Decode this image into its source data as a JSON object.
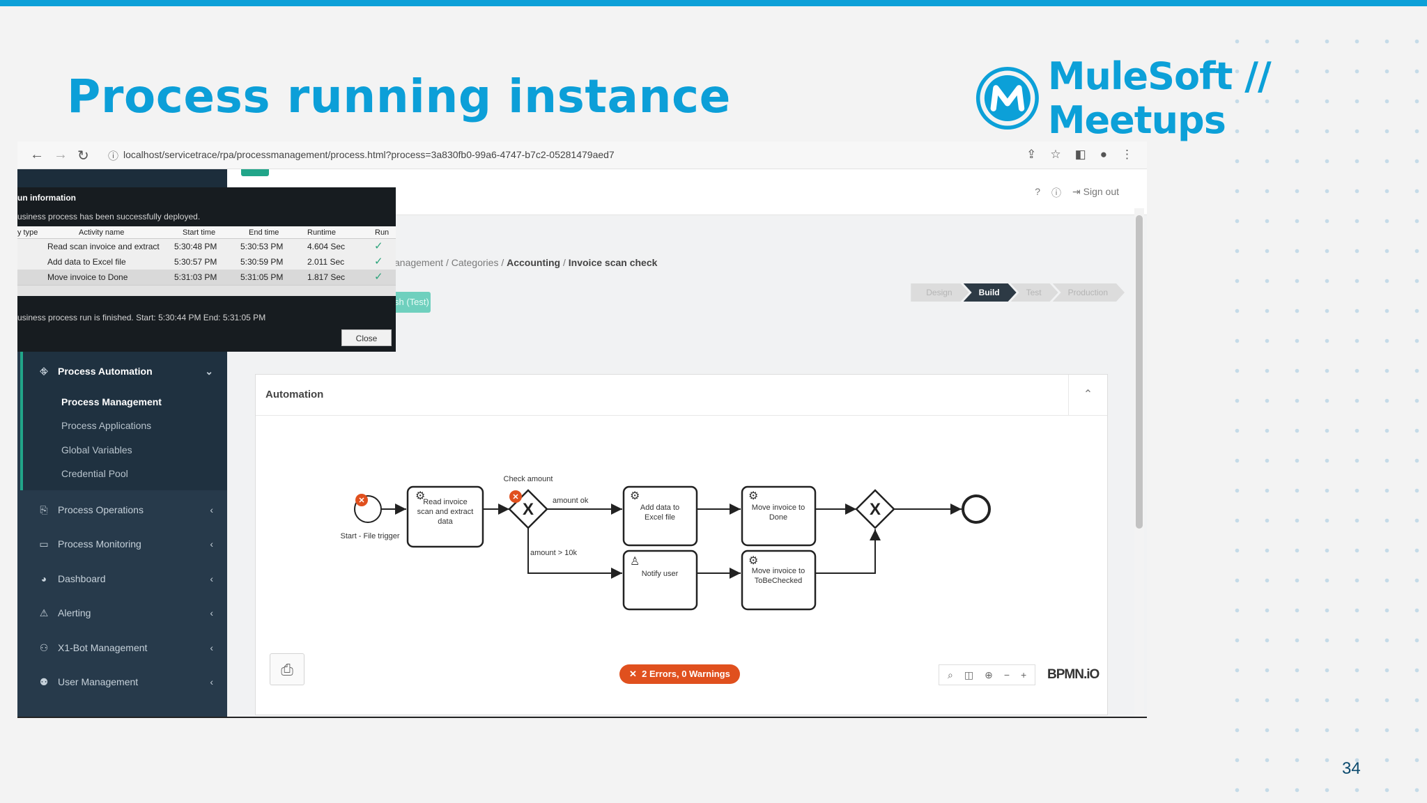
{
  "slide": {
    "title": "Process running instance",
    "logo_text": "MuleSoft // Meetups",
    "page_number": "34"
  },
  "colors": {
    "accent": "#0da0d8",
    "sidebar_bg": "#273a4b",
    "sidebar_accent": "#21a589",
    "error_badge": "#e0501e"
  },
  "browser": {
    "url": "localhost/servicetrace/rpa/processmanagement/process.html?process=3a830fb0-99a6-4747-b7c2-05281479aed7"
  },
  "header": {
    "sign_out": "Sign out"
  },
  "breadcrumb": {
    "part1": "anagement",
    "part2": "Categories",
    "part3": "Accounting",
    "part4": "Invoice scan check"
  },
  "steps": [
    "Design",
    "Build",
    "Test",
    "Production"
  ],
  "test_button": "sh (Test)",
  "sidebar": {
    "section_label": "Process Automation",
    "sub_items": [
      "Process Management",
      "Process Applications",
      "Global Variables",
      "Credential Pool"
    ],
    "items": [
      "Process Operations",
      "Process Monitoring",
      "Dashboard",
      "Alerting",
      "X1-Bot Management",
      "User Management"
    ]
  },
  "overlay": {
    "title": "un information",
    "message": "usiness process has been successfully deployed.",
    "columns": [
      "y type",
      "Activity name",
      "Start time",
      "End time",
      "Runtime",
      "Run"
    ],
    "rows": [
      {
        "activity": "Read scan invoice and extract",
        "start": "5:30:48 PM",
        "end": "5:30:53 PM",
        "runtime": "4.604 Sec"
      },
      {
        "activity": "Add data to Excel file",
        "start": "5:30:57 PM",
        "end": "5:30:59 PM",
        "runtime": "2.011 Sec"
      },
      {
        "activity": "Move invoice to Done",
        "start": "5:31:03 PM",
        "end": "5:31:05 PM",
        "runtime": "1.817 Sec"
      }
    ],
    "finished": "usiness process run is finished. Start: 5:30:44 PM End: 5:31:05 PM",
    "close": "Close"
  },
  "automation": {
    "title": "Automation",
    "errors_badge": "2 Errors, 0 Warnings",
    "bpmn_logo": "BPMN.iO",
    "diagram": {
      "start_label": "Start - File trigger",
      "gateway_label": "Check amount",
      "flow_ok": "amount ok",
      "flow_gt": "amount > 10k",
      "task1_l1": "Read invoice",
      "task1_l2": "scan and extract",
      "task1_l3": "data",
      "task2_l1": "Add data to",
      "task2_l2": "Excel file",
      "task3_l1": "Move invoice to",
      "task3_l2": "Done",
      "task4_l1": "Notify user",
      "task5_l1": "Move invoice to",
      "task5_l2": "ToBeChecked"
    }
  }
}
